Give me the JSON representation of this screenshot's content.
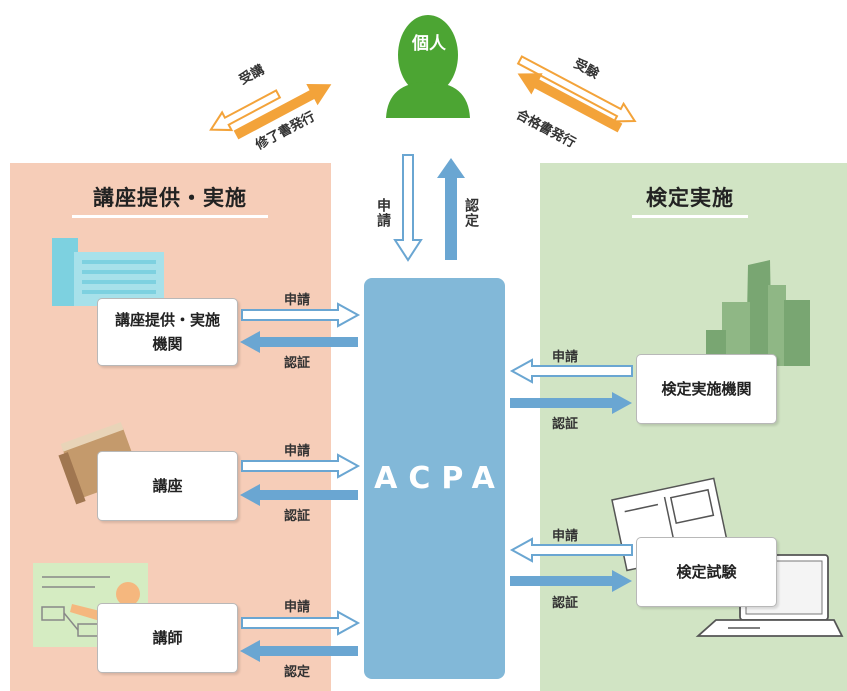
{
  "person": {
    "label": "個人"
  },
  "top_left_arrows": {
    "upper_label": "受講",
    "lower_label": "修了書発行"
  },
  "top_right_arrows": {
    "upper_label": "受験",
    "lower_label": "合格書発行"
  },
  "center_vertical": {
    "down_label": "申請",
    "up_label": "認定"
  },
  "left_panel": {
    "title": "講座提供・実施",
    "color": "#f6cdb8",
    "items": [
      {
        "box_label": "講座提供・実施機関",
        "to_label": "申請",
        "from_label": "認証"
      },
      {
        "box_label": "講座",
        "to_label": "申請",
        "from_label": "認証"
      },
      {
        "box_label": "講師",
        "to_label": "申請",
        "from_label": "認定"
      }
    ]
  },
  "right_panel": {
    "title": "検定実施",
    "color": "#d1e4c4",
    "items": [
      {
        "box_label": "検定実施機関",
        "from_label": "申請",
        "to_label": "認証"
      },
      {
        "box_label": "検定試験",
        "from_label": "申請",
        "to_label": "認証"
      }
    ]
  },
  "center": {
    "label": "ACPA",
    "color": "#82b8d8"
  },
  "arrow_colors": {
    "solid": "#6aa6d2",
    "outline": "#6aa6d2",
    "orange": "#f3a33a",
    "green": "#4ca533"
  }
}
